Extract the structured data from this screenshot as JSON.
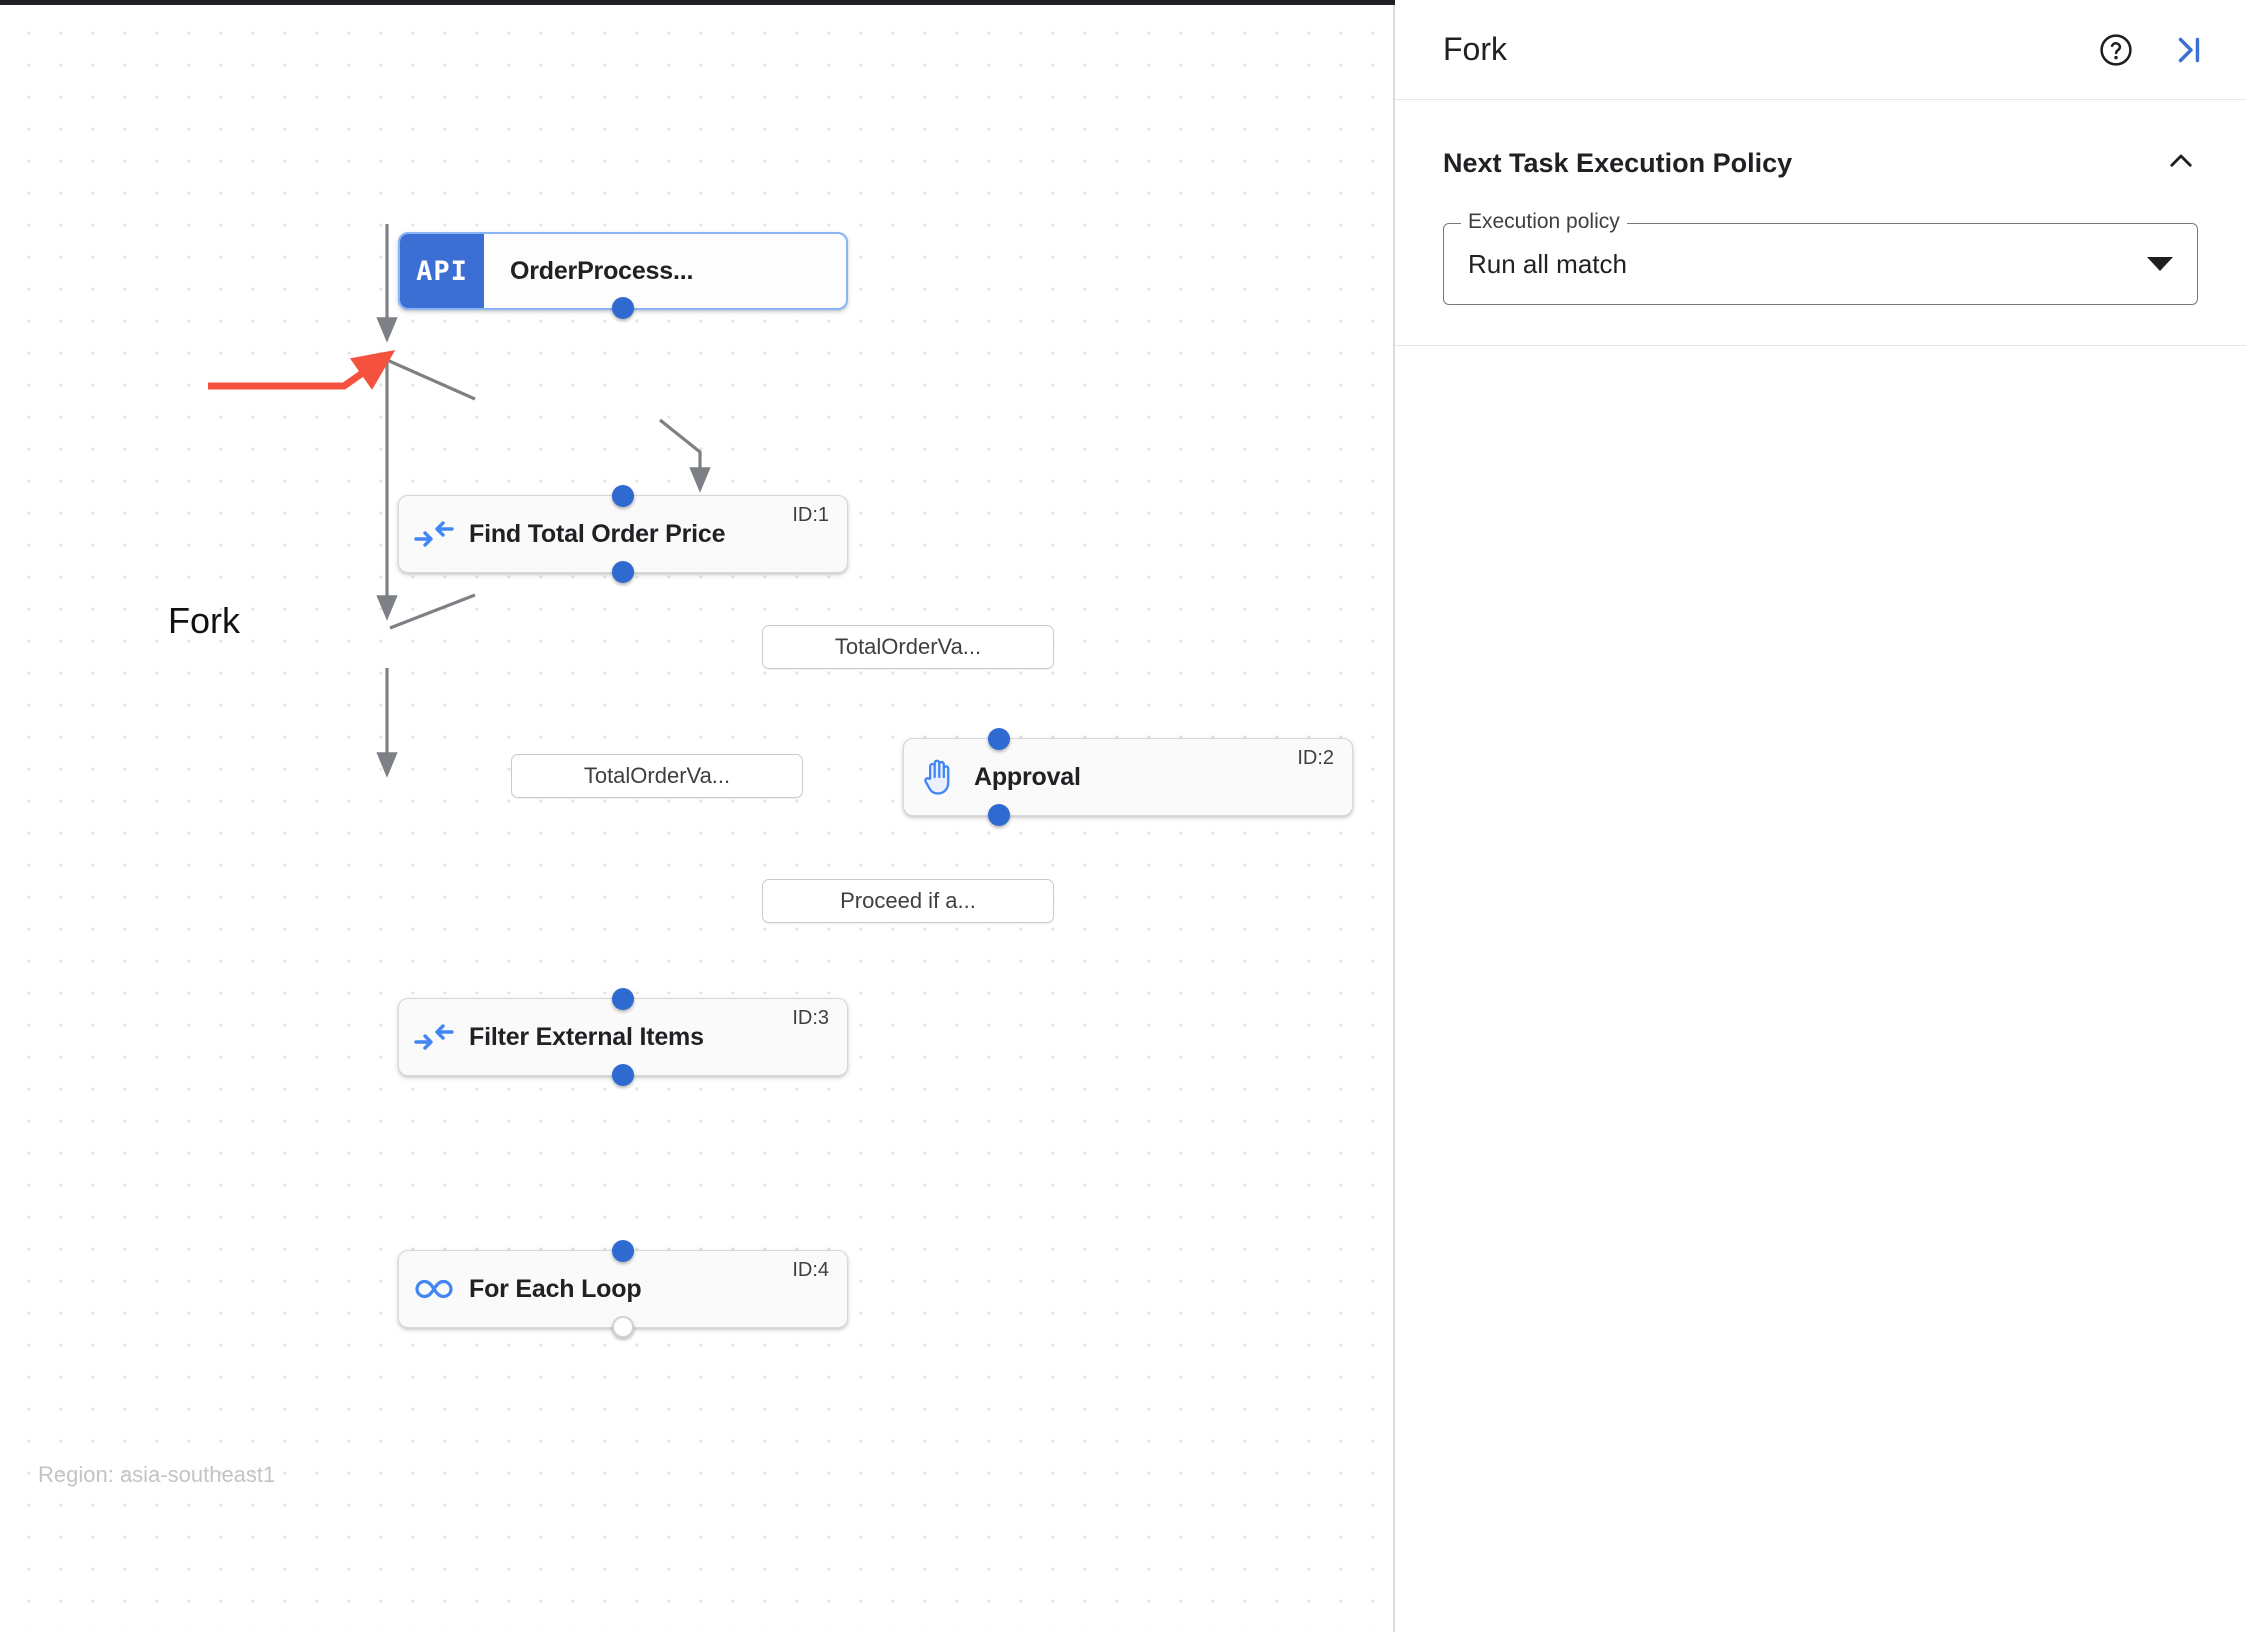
{
  "canvas": {
    "region_caption": "Region: asia-southeast1",
    "annotation": {
      "label": "Fork",
      "color": "#f4523e"
    },
    "nodes": [
      {
        "key": "order_process",
        "badge": "API",
        "title": "OrderProcess...",
        "id_label": "",
        "icon": "api-badge-icon"
      },
      {
        "key": "find_total",
        "badge": "",
        "title": "Find Total Order Price",
        "id_label": "ID:1",
        "icon": "arrows-collapse-icon"
      },
      {
        "key": "approval",
        "badge": "",
        "title": "Approval",
        "id_label": "ID:2",
        "icon": "raised-hand-icon"
      },
      {
        "key": "filter_external",
        "badge": "",
        "title": "Filter External Items",
        "id_label": "ID:3",
        "icon": "arrows-collapse-icon"
      },
      {
        "key": "for_each",
        "badge": "",
        "title": "For Each Loop",
        "id_label": "ID:4",
        "icon": "infinity-icon"
      }
    ],
    "edge_labels": [
      {
        "key": "e1",
        "text": "TotalOrderVa..."
      },
      {
        "key": "e2",
        "text": "TotalOrderVa..."
      },
      {
        "key": "e3",
        "text": "Proceed if a..."
      }
    ]
  },
  "panel": {
    "title": "Fork",
    "help_icon": "help-circle-icon",
    "collapse_icon": "collapse-panel-right-icon",
    "section": {
      "title": "Next Task Execution Policy",
      "collapse_icon": "chevron-up-icon",
      "field": {
        "legend": "Execution policy",
        "value": "Run all match",
        "caret_icon": "caret-down-icon"
      }
    }
  }
}
